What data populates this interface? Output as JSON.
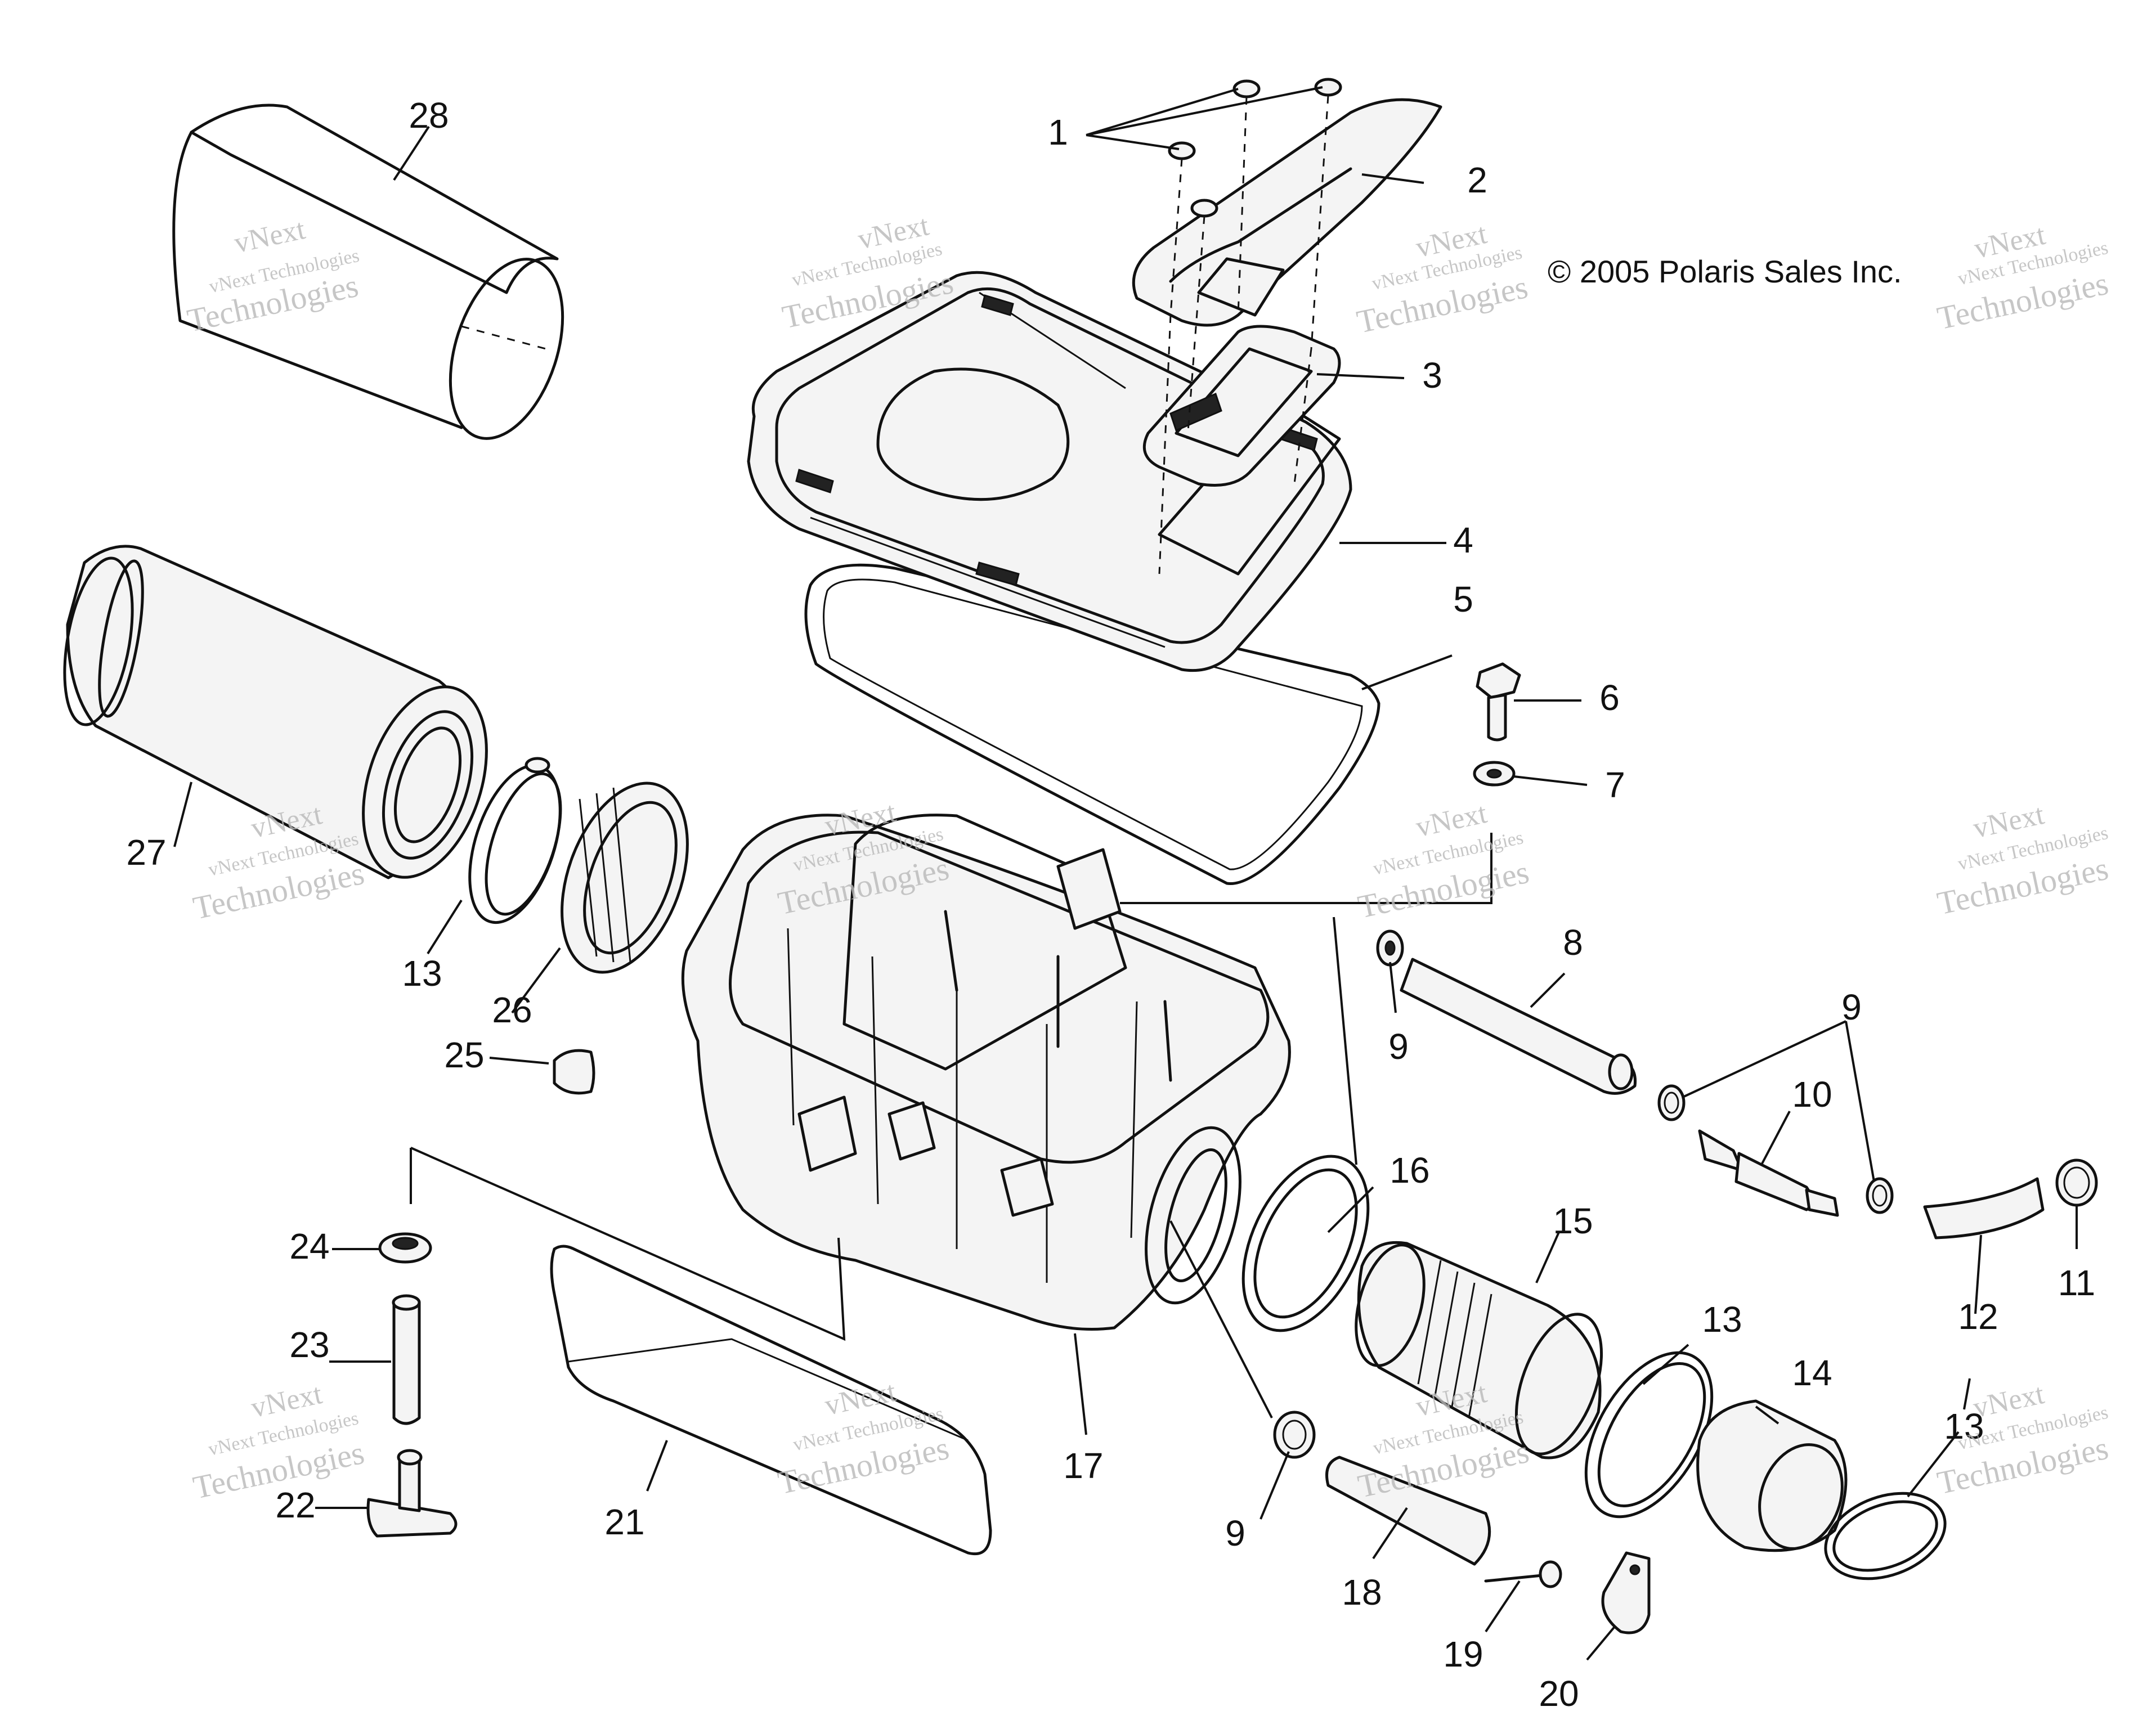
{
  "diagram": {
    "copyright": "© 2005 Polaris Sales Inc.",
    "watermark": {
      "small": "vNext Technologies",
      "large": "Technologies",
      "top": "vNext"
    },
    "callouts": [
      "1",
      "2",
      "3",
      "4",
      "5",
      "6",
      "7",
      "8",
      "9",
      "9",
      "10",
      "11",
      "12",
      "13",
      "13",
      "13",
      "14",
      "15",
      "16",
      "17",
      "18",
      "19",
      "20",
      "21",
      "22",
      "23",
      "24",
      "25",
      "26",
      "27",
      "28",
      "9"
    ]
  }
}
